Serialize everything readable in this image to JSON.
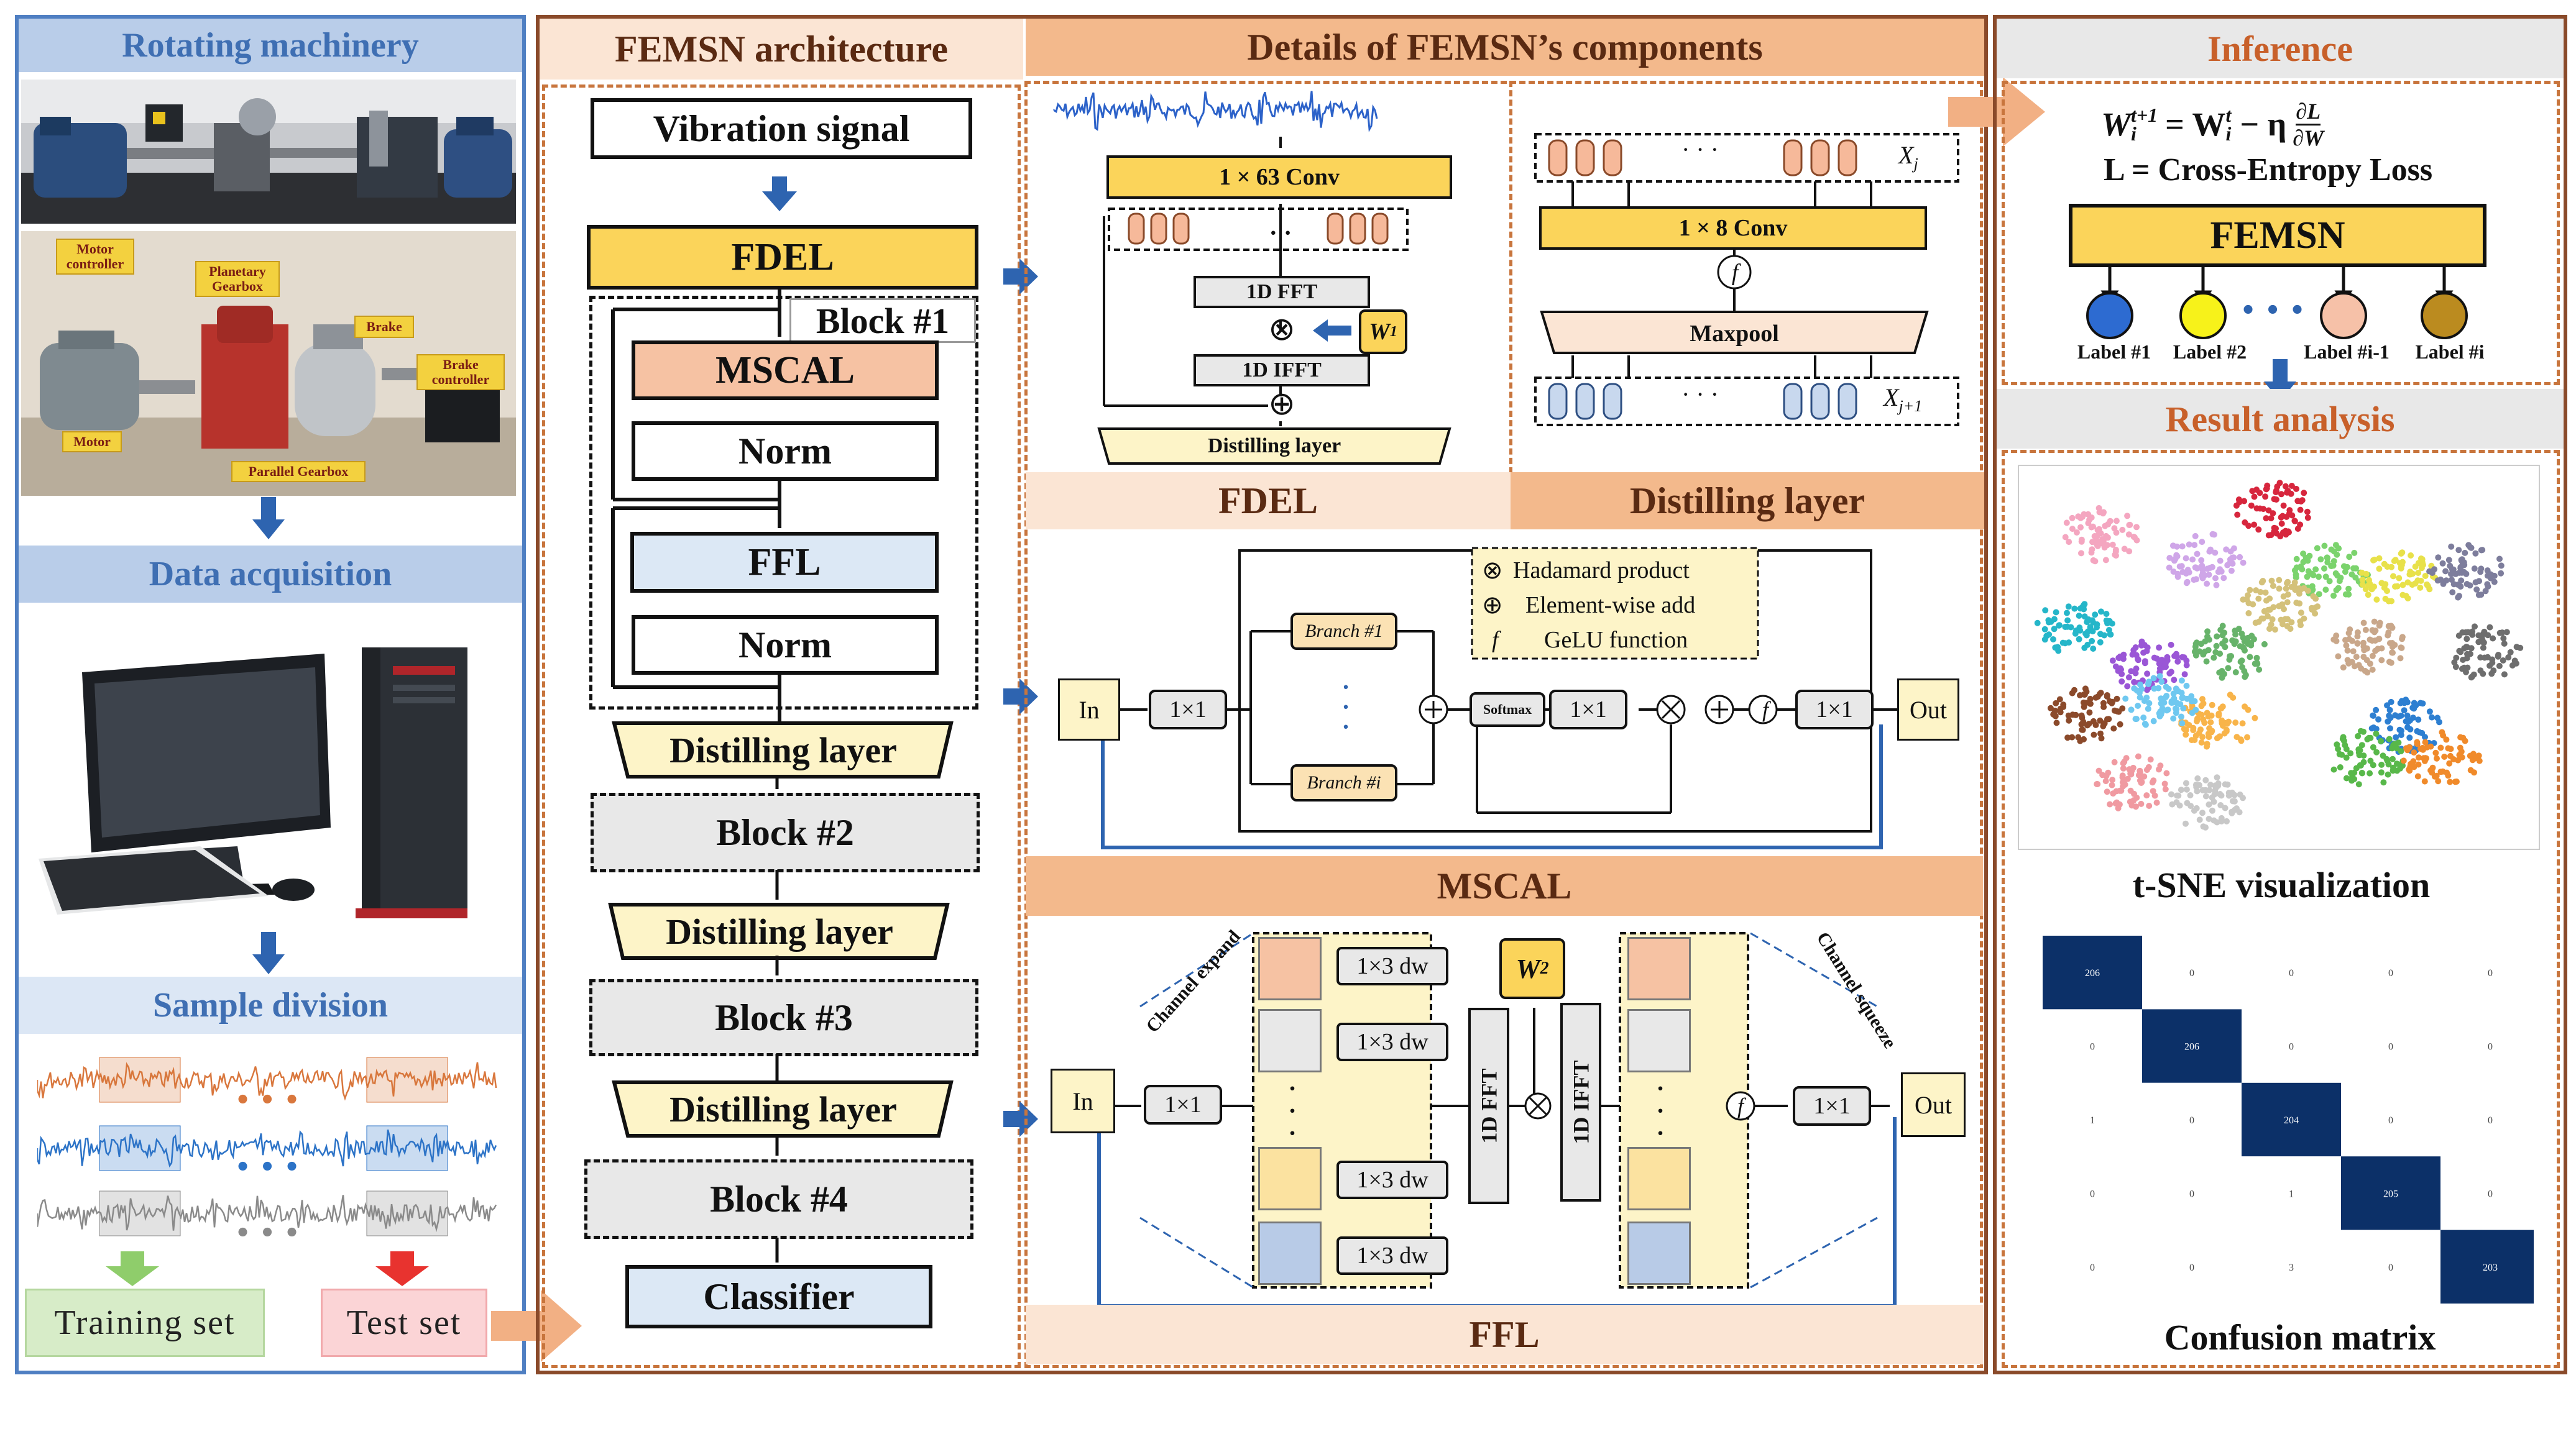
{
  "colors": {
    "blue_panel_border": "#4f7fc2",
    "blue_header_bg": "#b9cde9",
    "blue_header_text": "#3f6fb3",
    "brown_border": "#8a4a2a",
    "orange_header_bg": "#f3b98c",
    "orange_header_light": "#fbe5d4",
    "header_text_brown": "#5a2a12",
    "fdel_yellow": "#fbd45a",
    "mscal_orange": "#f6c2a3",
    "ffl_blue": "#dce8f5",
    "block_gray": "#e8e8e8",
    "distill_cream": "#fdf4c8",
    "arrow_blue": "#2e64b0",
    "arrow_orange": "#f2b084",
    "cm_dark": "#0c3068"
  },
  "left": {
    "rotating_title": "Rotating machinery",
    "photo_labels": {
      "motor_controller": "Motor controller",
      "planetary_gearbox": "Planetary Gearbox",
      "brake": "Brake",
      "brake_controller": "Brake controller",
      "motor": "Motor",
      "parallel_gearbox": "Parallel Gearbox"
    },
    "data_title": "Data acquisition",
    "sample_title": "Sample division",
    "signal_dots": "• • •",
    "training_label": "Training set",
    "test_label": "Test set"
  },
  "arch": {
    "title": "FEMSN architecture",
    "vibration": "Vibration signal",
    "fdel": "FDEL",
    "block1": "Block #1",
    "mscal": "MSCAL",
    "norm1": "Norm",
    "ffl": "FFL",
    "norm2": "Norm",
    "distill1": "Distilling layer",
    "block2": "Block #2",
    "distill2": "Distilling layer",
    "block3": "Block #3",
    "distill3": "Distilling layer",
    "block4": "Block #4",
    "classifier": "Classifier"
  },
  "details": {
    "title": "Details of FEMSN’s components",
    "fdel": {
      "conv": "1 × 63 Conv",
      "fft": "1D FFT",
      "ifft": "1D IFFT",
      "w": "W",
      "w_sub": "1",
      "otimes": "⊗",
      "oplus": "⊕",
      "distill": "Distilling layer",
      "dots": "·   ·"
    },
    "distilling": {
      "xj": "X",
      "xj_sub": "j",
      "xj1_sub": "j+1",
      "conv": "1 × 8 Conv",
      "f": "f",
      "maxpool": "Maxpool",
      "dots": "·    ·    ·"
    },
    "fdel_caption": "FDEL",
    "distilling_caption": "Distilling layer",
    "mscal": {
      "in": "In",
      "out": "Out",
      "conv1": "1×1",
      "conv2": "1×1",
      "conv3": "1×1",
      "branch1": "Branch #1",
      "branchi": "Branch #i",
      "softmax": "Softmax",
      "legend_hadamard": "Hadamard product",
      "legend_add": "Element-wise add",
      "legend_gelu": "GeLU function",
      "sym_hadamard": "⊗",
      "sym_add": "⊕",
      "sym_gelu": "f",
      "vdots": "·",
      "caption": "MSCAL"
    },
    "ffl": {
      "in": "In",
      "out": "Out",
      "conv_in": "1×1",
      "conv_out": "1×1",
      "dw": "1×3 dw",
      "fft": "1D FFT",
      "ifft": "1D IFFT",
      "w": "W",
      "w_sub": "2",
      "expand": "Channel expand",
      "squeeze": "Channel squeeze",
      "f": "f",
      "otimes": "⊗",
      "vdots": "·",
      "caption": "FFL"
    }
  },
  "right": {
    "inference_title": "Inference",
    "eq_lhs": "W",
    "eq_lhs_sup": "t+1",
    "eq_lhs_sub": "i",
    "eq_mid": "= W",
    "eq_mid_sup": "t",
    "eq_mid_sub": "i",
    "eq_minus": "− η",
    "eq_num": "∂L",
    "eq_den": "∂W",
    "loss": "L = Cross-Entropy Loss",
    "femsn": "FEMSN",
    "labels": [
      "Label #1",
      "Label #2",
      "Label #i-1",
      "Label #i"
    ],
    "label_dots": "• • •",
    "label_colors": [
      "#2d6bd1",
      "#f7f21a",
      "#f6c1a8",
      "#bb8b1f"
    ],
    "result_title": "Result analysis",
    "tsne_caption": "t-SNE visualization",
    "cm_caption": "Confusion matrix"
  },
  "confusion_matrix": {
    "values": [
      [
        206,
        0,
        0,
        0,
        0
      ],
      [
        0,
        206,
        0,
        0,
        0
      ],
      [
        1,
        0,
        204,
        0,
        0
      ],
      [
        0,
        0,
        1,
        205,
        0
      ],
      [
        0,
        0,
        3,
        0,
        203
      ]
    ]
  }
}
